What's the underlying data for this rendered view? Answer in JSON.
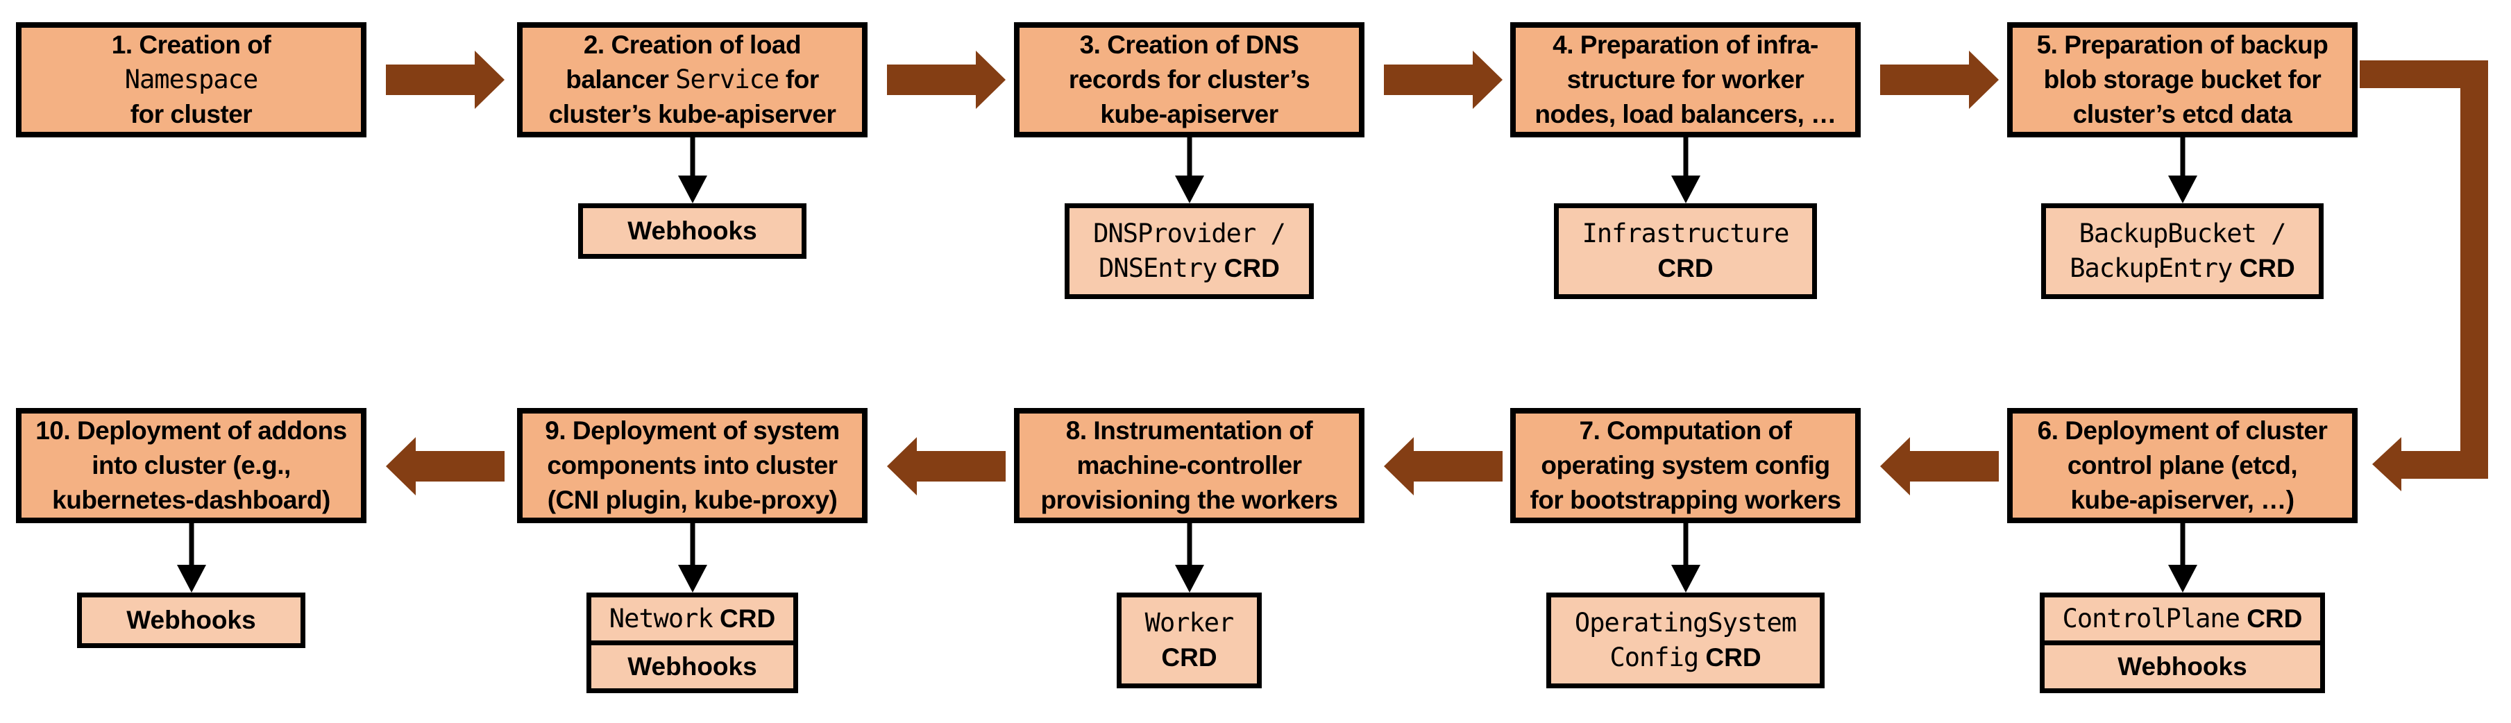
{
  "diagram": {
    "colors": {
      "box_fill": "#F4B183",
      "subbox_fill": "#F8CBAD",
      "arrow": "#843E14",
      "border": "#000000",
      "text": "#000000",
      "background": "#FFFFFF"
    }
  },
  "steps": [
    {
      "title_parts": [
        {
          "t": "1. Creation of"
        },
        {
          "br": true
        },
        {
          "t": "Namespace",
          "mono": true
        },
        {
          "br": true
        },
        {
          "t": "for cluster"
        }
      ],
      "sub_boxes": []
    },
    {
      "title_parts": [
        {
          "t": "2. Creation of load"
        },
        {
          "br": true
        },
        {
          "t": "balancer "
        },
        {
          "t": "Service",
          "mono": true
        },
        {
          "t": " for"
        },
        {
          "br": true
        },
        {
          "t": "cluster’s kube-apiserver"
        }
      ],
      "sub_boxes": [
        {
          "lines": [
            [
              {
                "t": "Webhooks",
                "bold": true
              }
            ]
          ]
        }
      ]
    },
    {
      "title_parts": [
        {
          "t": "3. Creation of DNS"
        },
        {
          "br": true
        },
        {
          "t": "records for cluster’s"
        },
        {
          "br": true
        },
        {
          "t": "kube-apiserver"
        }
      ],
      "sub_boxes": [
        {
          "lines": [
            [
              {
                "t": "DNSProvider /",
                "mono": true
              }
            ],
            [
              {
                "t": "DNSEntry",
                "mono": true
              },
              {
                "t": " CRD",
                "bold": true
              }
            ]
          ]
        }
      ]
    },
    {
      "title_parts": [
        {
          "t": "4. Preparation of infra-"
        },
        {
          "br": true
        },
        {
          "t": "structure for worker"
        },
        {
          "br": true
        },
        {
          "t": "nodes, load balancers, …"
        }
      ],
      "sub_boxes": [
        {
          "lines": [
            [
              {
                "t": "Infrastructure",
                "mono": true
              }
            ],
            [
              {
                "t": "CRD",
                "bold": true
              }
            ]
          ]
        }
      ]
    },
    {
      "title_parts": [
        {
          "t": "5. Preparation of backup"
        },
        {
          "br": true
        },
        {
          "t": "blob storage bucket for"
        },
        {
          "br": true
        },
        {
          "t": "cluster’s etcd data"
        }
      ],
      "sub_boxes": [
        {
          "lines": [
            [
              {
                "t": "BackupBucket /",
                "mono": true
              }
            ],
            [
              {
                "t": "BackupEntry",
                "mono": true
              },
              {
                "t": " CRD",
                "bold": true
              }
            ]
          ]
        }
      ]
    },
    {
      "title_parts": [
        {
          "t": "6. Deployment of cluster"
        },
        {
          "br": true
        },
        {
          "t": "control plane (etcd,"
        },
        {
          "br": true
        },
        {
          "t": "kube-apiserver, …)"
        }
      ],
      "sub_boxes": [
        {
          "lines": [
            [
              {
                "t": "ControlPlane",
                "mono": true
              },
              {
                "t": " CRD",
                "bold": true
              }
            ]
          ]
        },
        {
          "lines": [
            [
              {
                "t": "Webhooks",
                "bold": true
              }
            ]
          ]
        }
      ]
    },
    {
      "title_parts": [
        {
          "t": "7. Computation of"
        },
        {
          "br": true
        },
        {
          "t": "operating system config"
        },
        {
          "br": true
        },
        {
          "t": "for bootstrapping workers"
        }
      ],
      "sub_boxes": [
        {
          "lines": [
            [
              {
                "t": "OperatingSystem",
                "mono": true
              }
            ],
            [
              {
                "t": "Config",
                "mono": true
              },
              {
                "t": " CRD",
                "bold": true
              }
            ]
          ]
        }
      ]
    },
    {
      "title_parts": [
        {
          "t": "8. Instrumentation of"
        },
        {
          "br": true
        },
        {
          "t": "machine-controller"
        },
        {
          "br": true
        },
        {
          "t": "provisioning the workers"
        }
      ],
      "sub_boxes": [
        {
          "lines": [
            [
              {
                "t": "Worker",
                "mono": true
              }
            ],
            [
              {
                "t": "CRD",
                "bold": true
              }
            ]
          ]
        }
      ]
    },
    {
      "title_parts": [
        {
          "t": "9. Deployment of system"
        },
        {
          "br": true
        },
        {
          "t": "components into cluster"
        },
        {
          "br": true
        },
        {
          "t": "(CNI plugin, kube-proxy)"
        }
      ],
      "sub_boxes": [
        {
          "lines": [
            [
              {
                "t": "Network",
                "mono": true
              },
              {
                "t": " CRD",
                "bold": true
              }
            ]
          ]
        },
        {
          "lines": [
            [
              {
                "t": "Webhooks",
                "bold": true
              }
            ]
          ]
        }
      ]
    },
    {
      "title_parts": [
        {
          "t": "10. Deployment of addons"
        },
        {
          "br": true
        },
        {
          "t": "into cluster (e.g.,"
        },
        {
          "br": true
        },
        {
          "t": "kubernetes-dashboard)"
        }
      ],
      "sub_boxes": [
        {
          "lines": [
            [
              {
                "t": "Webhooks",
                "bold": true
              }
            ]
          ]
        }
      ]
    }
  ]
}
